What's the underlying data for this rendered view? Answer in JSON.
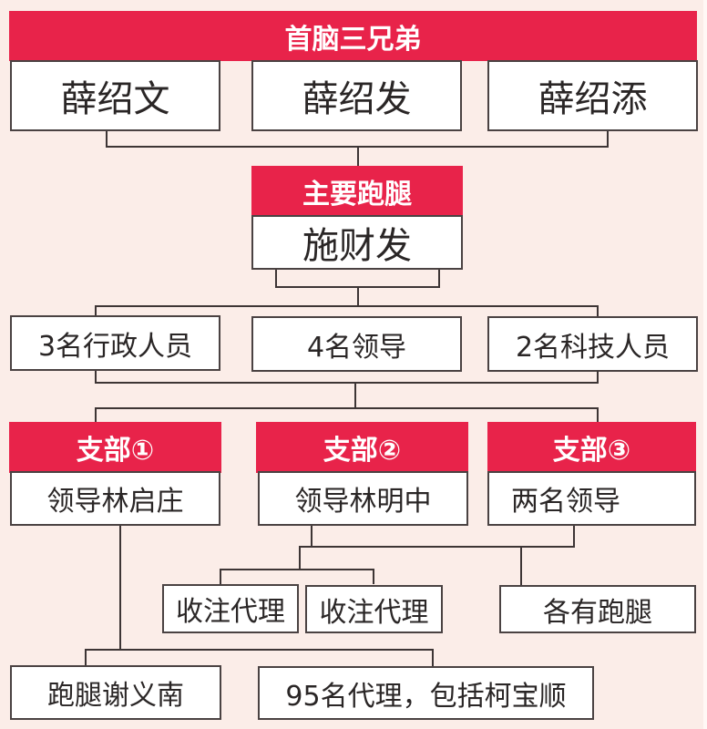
{
  "colors": {
    "background": "#FBEDE8",
    "header_red": "#E8234A",
    "box_fill": "#FFFFFF",
    "line": "#3D3535",
    "text": "#2A2626"
  },
  "top": {
    "header": "首脑三兄弟",
    "members": [
      "薛绍文",
      "薛绍发",
      "薛绍添"
    ]
  },
  "runner": {
    "header": "主要跑腿",
    "name": "施财发"
  },
  "staff": [
    "3名行政人员",
    "4名领导",
    "2名科技人员"
  ],
  "branches": [
    {
      "header": "支部①",
      "leader": "领导林启庄"
    },
    {
      "header": "支部②",
      "leader": "领导林明中"
    },
    {
      "header": "支部③",
      "leader": "两名领导"
    }
  ],
  "branch23_children": [
    "收注代理",
    "收注代理",
    "各有跑腿"
  ],
  "branch1_children": [
    "跑腿谢义南",
    "95名代理，包括柯宝顺"
  ]
}
